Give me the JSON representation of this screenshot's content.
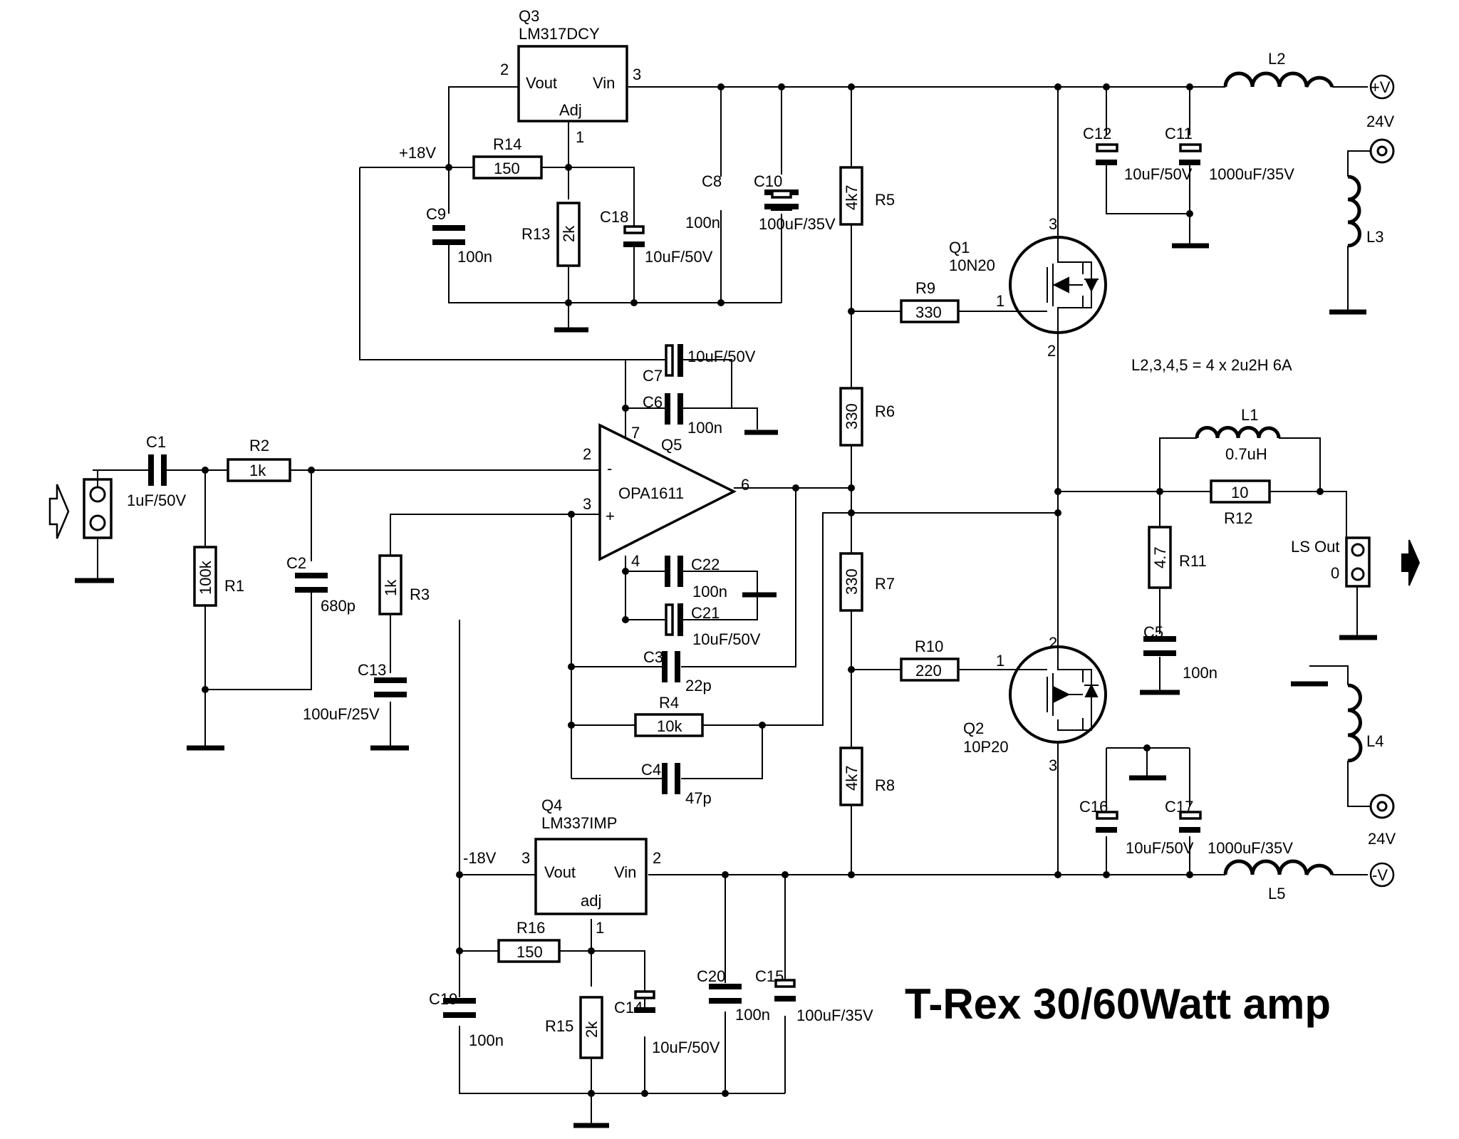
{
  "title": "T-Rex 30/60Watt amp",
  "note": "L2,3,4,5 = 4 x 2u2H 6A",
  "nets": {
    "plus18": "+18V",
    "minus18": "-18V",
    "plus_v": "+V",
    "minus_v": "-V",
    "rail_top": "24V",
    "rail_bottom": "24V",
    "ls_out": "LS Out",
    "ls_zero": "0"
  },
  "q3": {
    "name": "Q3",
    "part": "LM317DCY",
    "vout": "Vout",
    "vin": "Vin",
    "adj": "Adj",
    "p_vout": "2",
    "p_vin": "3",
    "p_adj": "1"
  },
  "q4": {
    "name": "Q4",
    "part": "LM337IMP",
    "vout": "Vout",
    "vin": "Vin",
    "adj": "adj",
    "p_vout": "3",
    "p_vin": "2",
    "p_adj": "1"
  },
  "q5": {
    "name": "Q5",
    "part": "OPA1611",
    "minus": "-",
    "plus": "+",
    "p2": "2",
    "p3": "3",
    "p4": "4",
    "p6": "6",
    "p7": "7"
  },
  "q1": {
    "name": "Q1",
    "part": "10N20",
    "p1": "1",
    "p2": "2",
    "p3": "3"
  },
  "q2": {
    "name": "Q2",
    "part": "10P20",
    "p1": "1",
    "p2": "2",
    "p3": "3"
  },
  "r1": {
    "name": "R1",
    "value": "100k"
  },
  "r2": {
    "name": "R2",
    "value": "1k"
  },
  "r3": {
    "name": "R3",
    "value": "1k"
  },
  "r4": {
    "name": "R4",
    "value": "10k"
  },
  "r5": {
    "name": "R5",
    "value": "4k7"
  },
  "r6": {
    "name": "R6",
    "value": "330"
  },
  "r7": {
    "name": "R7",
    "value": "330"
  },
  "r8": {
    "name": "R8",
    "value": "4k7"
  },
  "r9": {
    "name": "R9",
    "value": "330"
  },
  "r10": {
    "name": "R10",
    "value": "220"
  },
  "r11": {
    "name": "R11",
    "value": "4.7"
  },
  "r12": {
    "name": "R12",
    "value": "10"
  },
  "r13": {
    "name": "R13",
    "value": "2k"
  },
  "r14": {
    "name": "R14",
    "value": "150"
  },
  "r15": {
    "name": "R15",
    "value": "2k"
  },
  "r16": {
    "name": "R16",
    "value": "150"
  },
  "c1": {
    "name": "C1",
    "value": "1uF/50V"
  },
  "c2": {
    "name": "C2",
    "value": "680p"
  },
  "c3": {
    "name": "C3",
    "value": "22p"
  },
  "c4": {
    "name": "C4",
    "value": "47p"
  },
  "c5": {
    "name": "C5",
    "value": "100n"
  },
  "c6": {
    "name": "C6",
    "value": "100n"
  },
  "c7": {
    "name": "C7",
    "value": "10uF/50V"
  },
  "c8": {
    "name": "C8",
    "value": "100n"
  },
  "c9": {
    "name": "C9",
    "value": "100n"
  },
  "c10": {
    "name": "C10",
    "value": "100uF/35V"
  },
  "c11": {
    "name": "C11",
    "value": "1000uF/35V"
  },
  "c12": {
    "name": "C12",
    "value": "10uF/50V"
  },
  "c13": {
    "name": "C13",
    "value": "100uF/25V"
  },
  "c14": {
    "name": "C14",
    "value": "10uF/50V"
  },
  "c15": {
    "name": "C15",
    "value": "100uF/35V"
  },
  "c16": {
    "name": "C16",
    "value": "10uF/50V"
  },
  "c17": {
    "name": "C17",
    "value": "1000uF/35V"
  },
  "c18": {
    "name": "C18",
    "value": "10uF/50V"
  },
  "c19": {
    "name": "C19",
    "value": "100n"
  },
  "c20": {
    "name": "C20",
    "value": "100n"
  },
  "c21": {
    "name": "C21",
    "value": "10uF/50V"
  },
  "c22": {
    "name": "C22",
    "value": "100n"
  },
  "l1": {
    "name": "L1",
    "value": "0.7uH"
  },
  "l2": {
    "name": "L2"
  },
  "l3": {
    "name": "L3"
  },
  "l4": {
    "name": "L4"
  },
  "l5": {
    "name": "L5"
  }
}
